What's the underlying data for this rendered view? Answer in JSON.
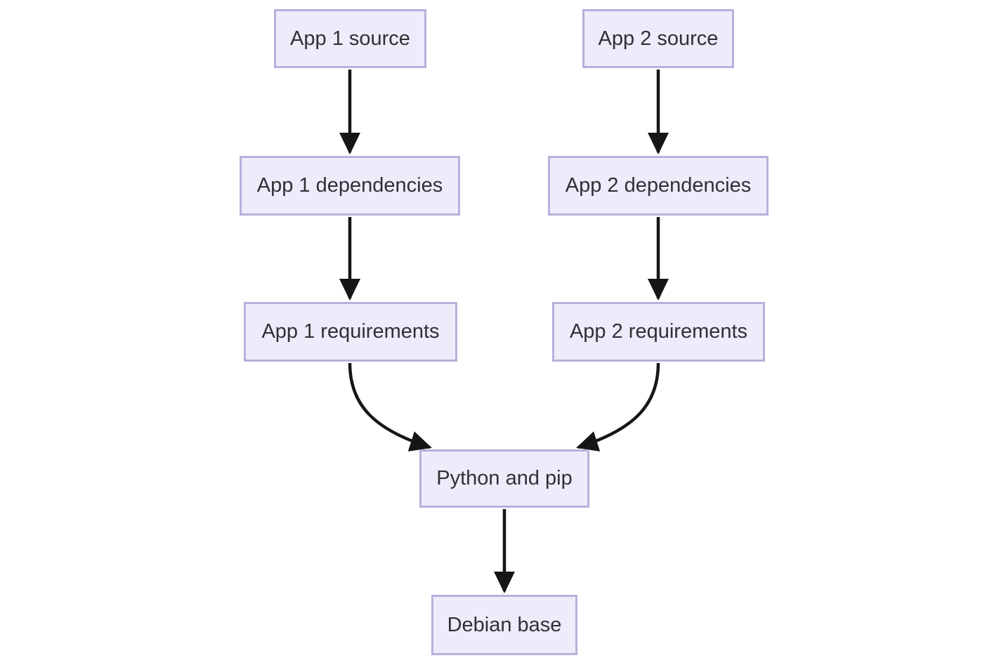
{
  "diagram": {
    "type": "flowchart",
    "direction": "top-to-bottom",
    "style": {
      "node_fill": "#ececfb",
      "node_border": "#b9b0dc",
      "node_text": "#303035",
      "edge_color": "#161616",
      "page_bg": "#ffffff"
    },
    "nodes": [
      {
        "id": "app1-source",
        "label": "App 1 source"
      },
      {
        "id": "app2-source",
        "label": "App 2 source"
      },
      {
        "id": "app1-dependencies",
        "label": "App 1 dependencies"
      },
      {
        "id": "app2-dependencies",
        "label": "App 2 dependencies"
      },
      {
        "id": "app1-requirements",
        "label": "App 1 requirements"
      },
      {
        "id": "app2-requirements",
        "label": "App 2 requirements"
      },
      {
        "id": "python-pip",
        "label": "Python and pip"
      },
      {
        "id": "debian-base",
        "label": "Debian base"
      }
    ],
    "edges": [
      {
        "from": "app1-source",
        "to": "app1-dependencies"
      },
      {
        "from": "app2-source",
        "to": "app2-dependencies"
      },
      {
        "from": "app1-dependencies",
        "to": "app1-requirements"
      },
      {
        "from": "app2-dependencies",
        "to": "app2-requirements"
      },
      {
        "from": "app1-requirements",
        "to": "python-pip"
      },
      {
        "from": "app2-requirements",
        "to": "python-pip"
      },
      {
        "from": "python-pip",
        "to": "debian-base"
      }
    ]
  }
}
